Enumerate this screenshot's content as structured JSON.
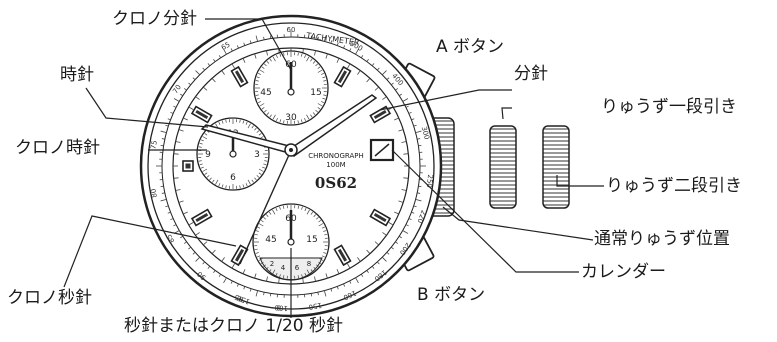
{
  "labels": {
    "chrono_minute": "クロノ分針",
    "hour_hand": "時針",
    "chrono_hour": "クロノ時針",
    "chrono_second": "クロノ秒針",
    "second_or_chrono20": "秒針またはクロノ 1/20 秒針",
    "a_button": "A ボタン",
    "minute_hand": "分針",
    "crown_pos1": "りゅうず一段引き",
    "crown_pos2": "りゅうず二段引き",
    "crown_normal": "通常りゅうず位置",
    "calendar": "カレンダー",
    "b_button": "B ボタン"
  },
  "dial": {
    "tachymeter_label": "TACHYMETER",
    "brand_line1": "CHRONOGRAPH",
    "brand_line2": "100M",
    "caliber": "0S62",
    "tachy_numbers": [
      "60",
      "65",
      "70",
      "75",
      "80",
      "85",
      "90",
      "95",
      "100",
      "500",
      "400",
      "300",
      "250",
      "220",
      "200",
      "180",
      "160",
      "150",
      "0",
      "150"
    ]
  },
  "subdials": {
    "top": [
      "60",
      "15",
      "30",
      "45"
    ],
    "left": [
      "12",
      "3",
      "6",
      "9"
    ],
    "bottom": [
      "60",
      "15",
      "45",
      "2",
      "4",
      "6",
      "8"
    ]
  }
}
